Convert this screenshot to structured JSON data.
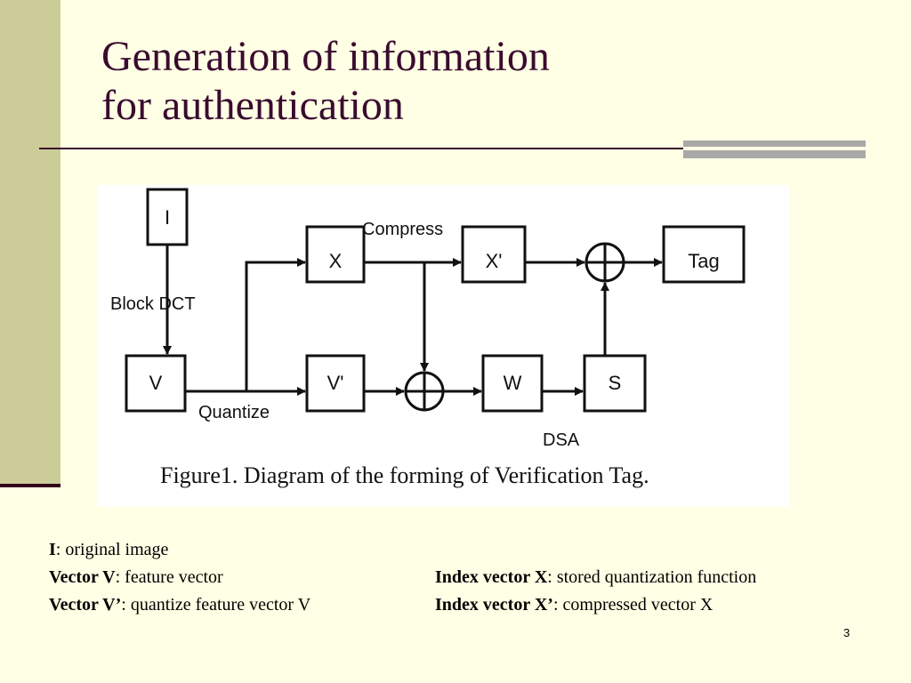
{
  "slide": {
    "title_line1": "Generation of information",
    "title_line2": "for authentication",
    "page_number": "3"
  },
  "diagram": {
    "nodes": {
      "I": "I",
      "X": "X",
      "X_prime": "X'",
      "Tag": "Tag",
      "V": "V",
      "V_prime": "V'",
      "W": "W",
      "S": "S"
    },
    "labels": {
      "compress": "Compress",
      "block_dct": "Block DCT",
      "quantize": "Quantize",
      "dsa": "DSA"
    },
    "caption": "Figure1. Diagram of the forming of Verification Tag."
  },
  "legend": {
    "i_term": "I",
    "i_desc": ": original image",
    "v_term": "Vector V",
    "v_desc": ": feature vector",
    "vp_term": "Vector V’",
    "vp_desc": ": quantize feature vector V",
    "x_term": "Index vector X",
    "x_desc": ": stored quantization function",
    "xp_term": "Index vector X’",
    "xp_desc": ": compressed vector X"
  },
  "colors": {
    "background": "#FFFFE5",
    "sidebar": "#CCCC99",
    "title": "#3A0B2F",
    "rule_bar": "#A9A9A9"
  }
}
